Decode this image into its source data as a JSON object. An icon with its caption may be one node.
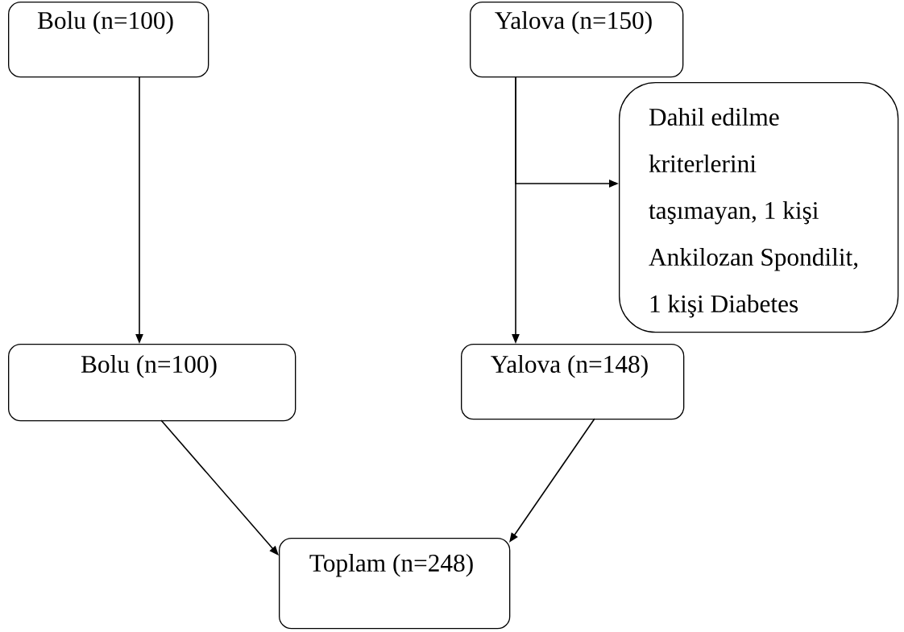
{
  "diagram": {
    "nodes": [
      {
        "text": [
          "Bolu (n=100)"
        ]
      },
      {
        "text": [
          "Yalova (n=150)"
        ]
      },
      {
        "text": [
          "Dahil edilme kriterlerini taşımayan, 1 kişi Ankilozan Spondilit, 1 kişi Diabetes"
        ]
      },
      {
        "text": [
          "Bolu (n=100)"
        ]
      },
      {
        "text": [
          "Yalova (n=148)"
        ]
      },
      {
        "text": [
          "Toplam (n=248)"
        ]
      }
    ],
    "edges": [
      {
        "from": 0,
        "to": 3,
        "arrow": "to"
      },
      {
        "from": 1,
        "to": 4,
        "arrow": "to"
      },
      {
        "from": 1,
        "to": 2,
        "arrow": "to"
      },
      {
        "from": 3,
        "to": 5,
        "arrow": "to"
      },
      {
        "from": 4,
        "to": 5,
        "arrow": "to"
      }
    ]
  }
}
